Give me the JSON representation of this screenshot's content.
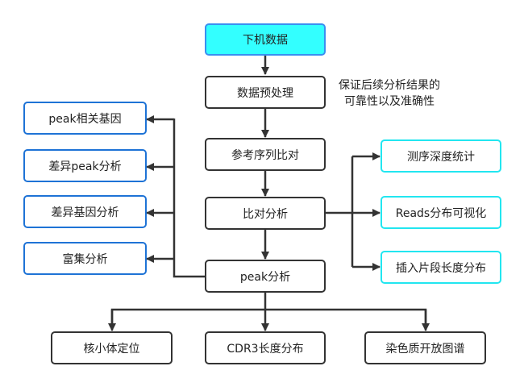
{
  "diagram": {
    "nodes": {
      "raw_data": "下机数据",
      "preprocess": "数据预处理",
      "ref_align": "参考序列比对",
      "align_analysis": "比对分析",
      "peak_analysis": "peak分析",
      "peak_genes": "peak相关基因",
      "diff_peak": "差异peak分析",
      "diff_gene": "差异基因分析",
      "enrichment": "富集分析",
      "depth_stats": "测序深度统计",
      "reads_vis": "Reads分布可视化",
      "insert_size": "插入片段长度分布",
      "nucleosome": "核小体定位",
      "cdr3": "CDR3长度分布",
      "chromatin": "染色质开放图谱"
    },
    "note": {
      "line1": "保证后续分析结果的",
      "line2": "可靠性以及准确性"
    },
    "colors": {
      "start_fill": "#33ffff",
      "start_border": "#3a8ff0",
      "left_border": "#1e73d6",
      "right_border": "#22e6f0",
      "main_border": "#333333",
      "edge": "#333333"
    }
  }
}
